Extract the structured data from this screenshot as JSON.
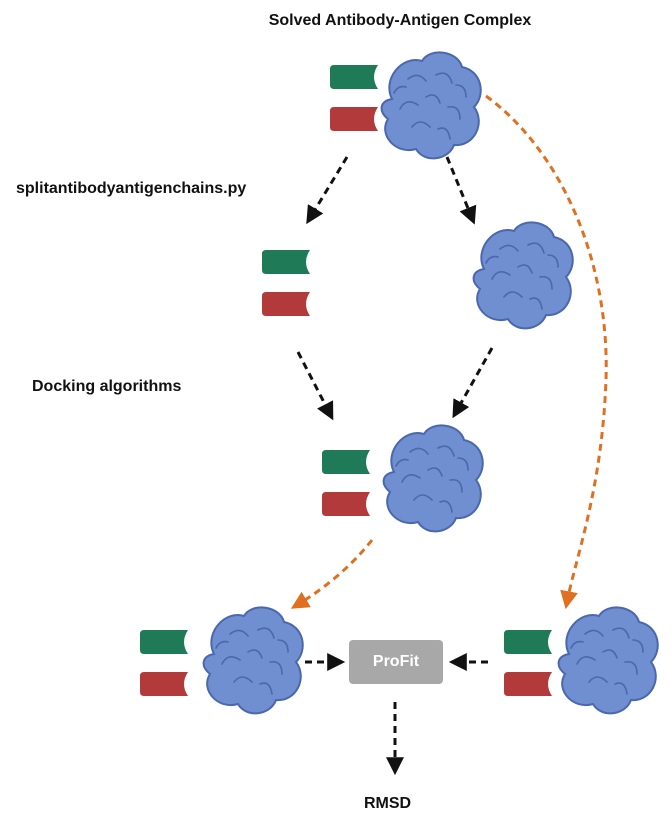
{
  "title": "Solved Antibody-Antigen Complex",
  "step_split": "splitantibodyantigenchains.py",
  "step_docking": "Docking algorithms",
  "tool_box": "ProFit",
  "result": "RMSD",
  "colors": {
    "heavy_chain": "#1f7a58",
    "light_chain": "#b23a3a",
    "antigen": "#6f8fd1",
    "antigen_outline": "#4b67ad",
    "black_arrow": "#111111",
    "orange_arrow": "#e07020",
    "profit_box": "#a8a8a8"
  },
  "icons": [
    "antibody-chain-icon",
    "antigen-blob-icon",
    "dashed-arrow-icon"
  ]
}
